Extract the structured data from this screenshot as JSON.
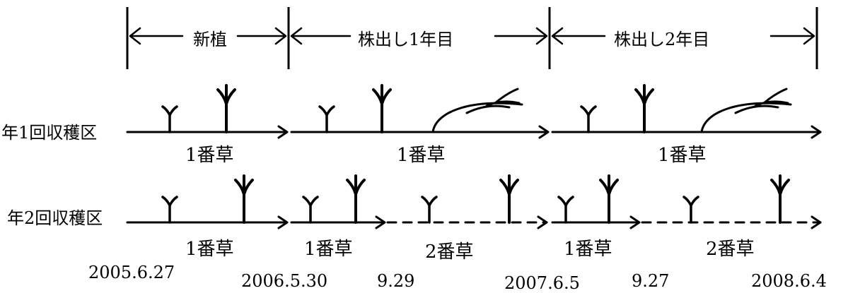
{
  "periods": {
    "p1": "新植",
    "p2": "株出し1年目",
    "p3": "株出し2年目"
  },
  "rows": {
    "r1": {
      "label": "年1回収穫区",
      "harvests": [
        "1番草",
        "1番草",
        "1番草"
      ]
    },
    "r2": {
      "label": "年2回収穫区",
      "harvests": [
        "1番草",
        "1番草",
        "2番草",
        "1番草",
        "2番草"
      ]
    }
  },
  "dates": [
    "2005.6.27",
    "2006.5.30",
    "9.29",
    "2007.6.5",
    "9.27",
    "2008.6.4"
  ],
  "legend_meaning": {
    "solid_arrow": "1番草",
    "dashed_arrow": "2番草"
  }
}
